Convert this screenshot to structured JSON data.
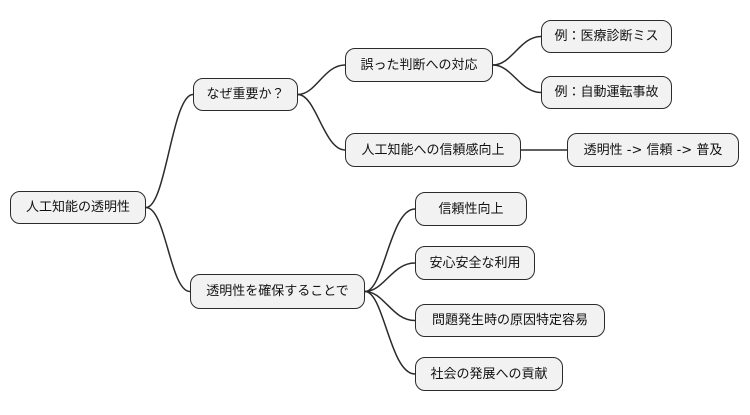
{
  "mindmap": {
    "type": "mindmap-diagram",
    "colors": {
      "node_fill": "#f2f2f2",
      "node_border": "#2b2b2b",
      "edge": "#2b2b2b",
      "text": "#111111",
      "background": "#ffffff"
    },
    "root": {
      "label": "人工知能の透明性",
      "children": [
        {
          "label": "なぜ重要か？",
          "children": [
            {
              "label": "誤った判断への対応",
              "children": [
                {
                  "label": "例：医療診断ミス"
                },
                {
                  "label": "例：自動運転事故"
                }
              ]
            },
            {
              "label": "人工知能への信頼感向上",
              "children": [
                {
                  "label": "透明性 -> 信頼 -> 普及"
                }
              ]
            }
          ]
        },
        {
          "label": "透明性を確保することで",
          "children": [
            {
              "label": "信頼性向上"
            },
            {
              "label": "安心安全な利用"
            },
            {
              "label": "問題発生時の原因特定容易"
            },
            {
              "label": "社会の発展への貢献"
            }
          ]
        }
      ]
    }
  }
}
